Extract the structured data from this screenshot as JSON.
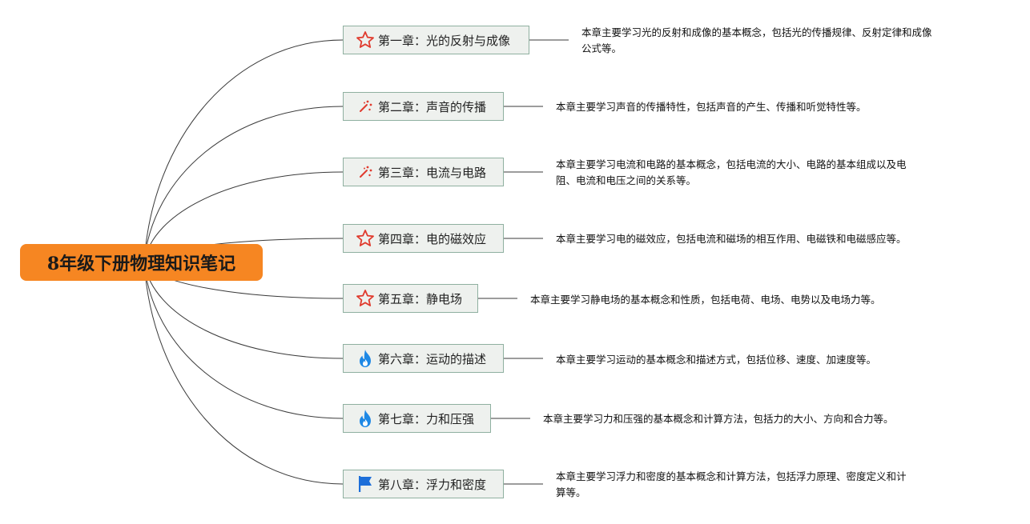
{
  "root": {
    "title": "8年级下册物理知识笔记"
  },
  "colors": {
    "root_fill": "#f68622",
    "node_fill": "#eef1ee",
    "node_border": "#8fb0a0",
    "star_icon": "#e03b2e",
    "sparkle_icon": "#e03b2e",
    "flame_icon": "#1e88e5",
    "flag_icon": "#1e6fd9"
  },
  "chapters": [
    {
      "icon": "star-icon",
      "title": "第一章：光的反射与成像",
      "description": [
        "本章主要学习光的反射和成像的基本概念，包括光的传播规律、反射定律和成像",
        "公式等。"
      ]
    },
    {
      "icon": "sparkle-icon",
      "title": "第二章：声音的传播",
      "description": [
        "本章主要学习声音的传播特性，包括声音的产生、传播和听觉特性等。"
      ]
    },
    {
      "icon": "sparkle-icon",
      "title": "第三章：电流与电路",
      "description": [
        "本章主要学习电流和电路的基本概念，包括电流的大小、电路的基本组成以及电",
        "阻、电流和电压之间的关系等。"
      ]
    },
    {
      "icon": "star-icon",
      "title": "第四章：电的磁效应",
      "description": [
        "本章主要学习电的磁效应，包括电流和磁场的相互作用、电磁铁和电磁感应等。"
      ]
    },
    {
      "icon": "star-icon",
      "title": "第五章：静电场",
      "description": [
        "本章主要学习静电场的基本概念和性质，包括电荷、电场、电势以及电场力等。"
      ]
    },
    {
      "icon": "flame-icon",
      "title": "第六章：运动的描述",
      "description": [
        "本章主要学习运动的基本概念和描述方式，包括位移、速度、加速度等。"
      ]
    },
    {
      "icon": "flame-icon",
      "title": "第七章：力和压强",
      "description": [
        "本章主要学习力和压强的基本概念和计算方法，包括力的大小、方向和合力等。"
      ]
    },
    {
      "icon": "flag-icon",
      "title": "第八章：浮力和密度",
      "description": [
        "本章主要学习浮力和密度的基本概念和计算方法，包括浮力原理、密度定义和计",
        "算等。"
      ]
    }
  ]
}
